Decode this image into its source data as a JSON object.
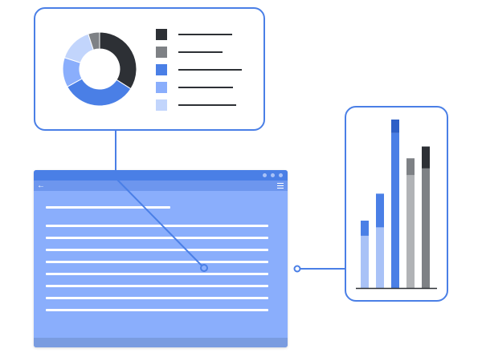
{
  "colors": {
    "accent": "#4a7fe6",
    "window_body": "#8aaefc",
    "dark": "#2d3035",
    "grey": "#7e8185"
  },
  "icons": {
    "back": "back-arrow-icon",
    "menu": "hamburger-menu-icon",
    "window_controls": "window-dot-icon"
  },
  "chart_data": [
    {
      "type": "pie",
      "segments": [
        {
          "value": 34,
          "color": "#2d3035"
        },
        {
          "value": 33,
          "color": "#4a7fe6"
        },
        {
          "value": 13,
          "color": "#8aaefc"
        },
        {
          "value": 15,
          "color": "#c2d5fc"
        },
        {
          "value": 5,
          "color": "#7e8185"
        }
      ],
      "legend": {
        "position": "right",
        "swatches": [
          "#2d3035",
          "#7e8185",
          "#4a7fe6",
          "#8aaefc",
          "#c2d5fc"
        ]
      }
    },
    {
      "type": "bar",
      "stacked": true,
      "ylim": [
        0,
        100
      ],
      "series_colors": [
        "#a9c2f7",
        "#4a7fe6"
      ],
      "bars": [
        {
          "segments": [
            {
              "value": 31,
              "color": "#a9c2f7"
            },
            {
              "value": 9,
              "color": "#4a7fe6"
            }
          ]
        },
        {
          "segments": [
            {
              "value": 36,
              "color": "#a9c2f7"
            },
            {
              "value": 20,
              "color": "#4a7fe6"
            }
          ]
        },
        {
          "segments": [
            {
              "value": 92,
              "color": "#4a7fe6"
            },
            {
              "value": 8,
              "color": "#2d5fc7"
            }
          ]
        },
        {
          "segments": [
            {
              "value": 67,
              "color": "#b1b3b6"
            },
            {
              "value": 10,
              "color": "#7e8185"
            }
          ]
        },
        {
          "segments": [
            {
              "value": 71,
              "color": "#7e8185"
            },
            {
              "value": 13,
              "color": "#2d3035"
            }
          ]
        }
      ]
    }
  ]
}
